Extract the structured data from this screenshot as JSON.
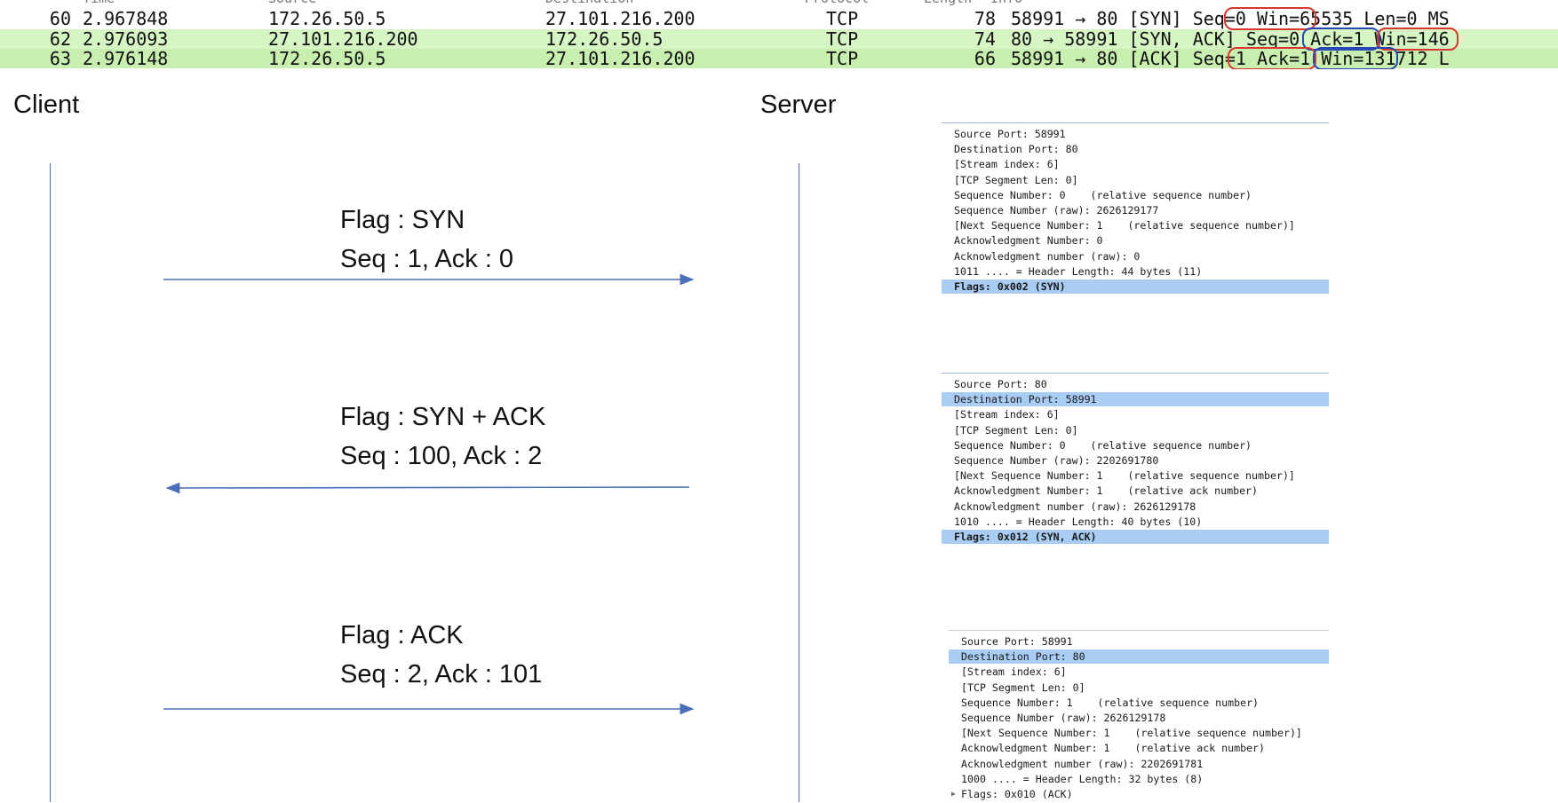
{
  "capture": {
    "header": [
      "Time",
      "Source",
      "Destination",
      "Protocol",
      "Length",
      "Info"
    ],
    "rows": [
      {
        "no": "60",
        "time": "2.967848",
        "source": "172.26.50.5",
        "destination": "27.101.216.200",
        "protocol": "TCP",
        "length": "78",
        "info": "58991 → 80 [SYN] Seq=0 Win=65535 Len=0 MS"
      },
      {
        "no": "62",
        "time": "2.976093",
        "source": "27.101.216.200",
        "destination": "172.26.50.5",
        "protocol": "TCP",
        "length": "74",
        "info": "80 → 58991 [SYN, ACK] Seq=0 Ack=1 Win=146"
      },
      {
        "no": "63",
        "time": "2.976148",
        "source": "172.26.50.5",
        "destination": "27.101.216.200",
        "protocol": "TCP",
        "length": "66",
        "info": "58991 → 80 [ACK] Seq=1 Ack=1 Win=131712 L"
      }
    ],
    "colors": {
      "row_light": "#ffffff",
      "row_green": "#d6f5c4",
      "row_green_sel": "#c8efb0",
      "highlight_red": "#d9362e",
      "highlight_blue": "#2747b5"
    }
  },
  "diagram": {
    "client_label": "Client",
    "server_label": "Server",
    "line_color": "#4a6fb8",
    "messages": [
      {
        "flag": "Flag : SYN",
        "seqack": "Seq : 1, Ack : 0",
        "direction": "client-to-server"
      },
      {
        "flag": "Flag : SYN + ACK",
        "seqack": "Seq : 100, Ack : 2",
        "direction": "server-to-client"
      },
      {
        "flag": "Flag : ACK",
        "seqack": "Seq : 2, Ack : 101",
        "direction": "client-to-server"
      }
    ]
  },
  "panels": [
    {
      "lines": [
        "Source Port: 58991",
        "Destination Port: 80",
        "[Stream index: 6]",
        "[TCP Segment Len: 0]",
        "Sequence Number: 0    (relative sequence number)",
        "Sequence Number (raw): 2626129177",
        "[Next Sequence Number: 1    (relative sequence number)]",
        "Acknowledgment Number: 0",
        "Acknowledgment number (raw): 0",
        "1011 .... = Header Length: 44 bytes (11)",
        "Flags: 0x002 (SYN)"
      ]
    },
    {
      "lines": [
        "Source Port: 80",
        "Destination Port: 58991",
        "[Stream index: 6]",
        "[TCP Segment Len: 0]",
        "Sequence Number: 0    (relative sequence number)",
        "Sequence Number (raw): 2202691780",
        "[Next Sequence Number: 1    (relative sequence number)]",
        "Acknowledgment Number: 1    (relative ack number)",
        "Acknowledgment number (raw): 2626129178",
        "1010 .... = Header Length: 40 bytes (10)",
        "Flags: 0x012 (SYN, ACK)"
      ]
    },
    {
      "lines": [
        "Source Port: 58991",
        "Destination Port: 80",
        "[Stream index: 6]",
        "[TCP Segment Len: 0]",
        "Sequence Number: 1    (relative sequence number)",
        "Sequence Number (raw): 2626129178",
        "[Next Sequence Number: 1    (relative sequence number)]",
        "Acknowledgment Number: 1    (relative ack number)",
        "Acknowledgment number (raw): 2202691781",
        "1000 .... = Header Length: 32 bytes (8)",
        "Flags: 0x010 (ACK)"
      ]
    }
  ]
}
